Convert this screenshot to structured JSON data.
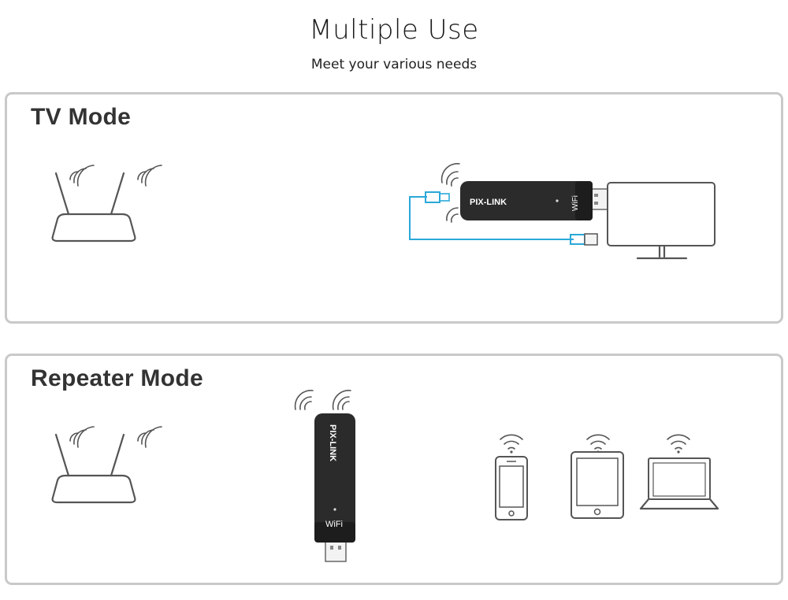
{
  "header": {
    "title": "Multiple Use",
    "subtitle": "Meet your various needs"
  },
  "tv_panel": {
    "heading": "TV Mode",
    "device_brand": "PIX-LINK",
    "device_wifi": "WiFi"
  },
  "repeater_panel": {
    "heading": "Repeater Mode",
    "device_brand": "PIX-LINK",
    "device_wifi": "WiFi"
  },
  "colors": {
    "cable": "#2aa8d8",
    "panel_border": "#c9c9c9",
    "device_body": "#2b2b2b"
  }
}
